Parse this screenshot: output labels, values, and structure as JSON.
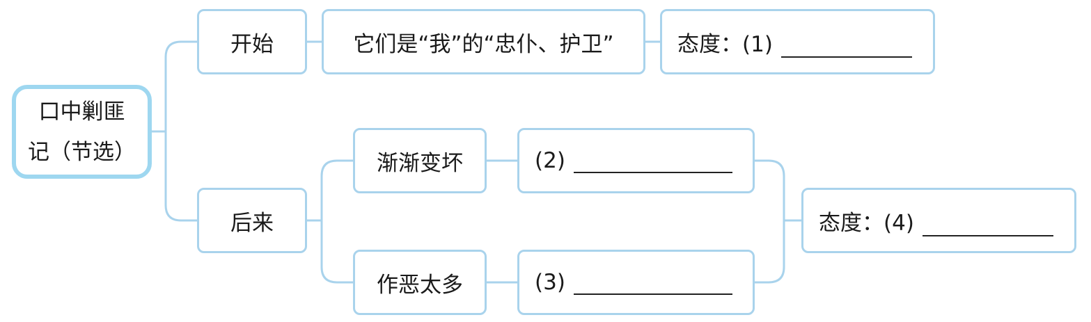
{
  "root": {
    "line1": "口中剿匪",
    "line2": "记（节选）"
  },
  "branches": {
    "start": {
      "label": "开始",
      "detail": "它们是“我”的“忠仆、护卫”",
      "attitude": "态度：(1)"
    },
    "later": {
      "label": "后来",
      "sub1": {
        "label": "渐渐变坏",
        "answer": "(2)"
      },
      "sub2": {
        "label": "作恶太多",
        "answer": "(3)"
      },
      "attitude": "态度：(4)"
    }
  },
  "colors": {
    "border": "#a9d3ec",
    "root_border": "#9ed7f0",
    "text": "#1a1a1a"
  }
}
